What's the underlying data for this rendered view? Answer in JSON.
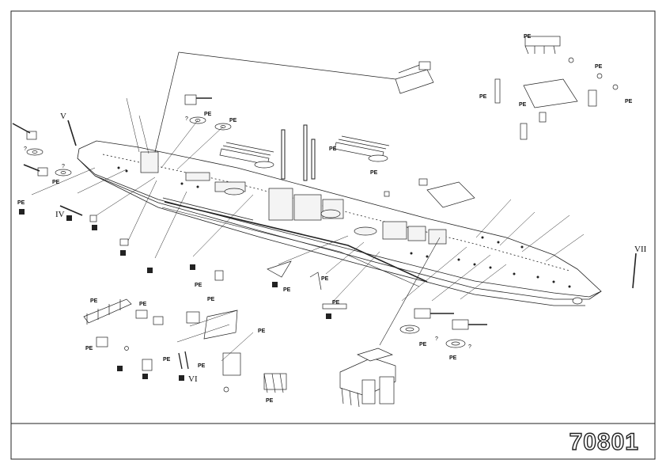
{
  "sheet": {
    "part_number": "70801",
    "pe_label": "PE",
    "query_mark": "?",
    "roman": {
      "iv": "IV",
      "v": "V",
      "vi": "VI",
      "vii": "VII"
    }
  }
}
